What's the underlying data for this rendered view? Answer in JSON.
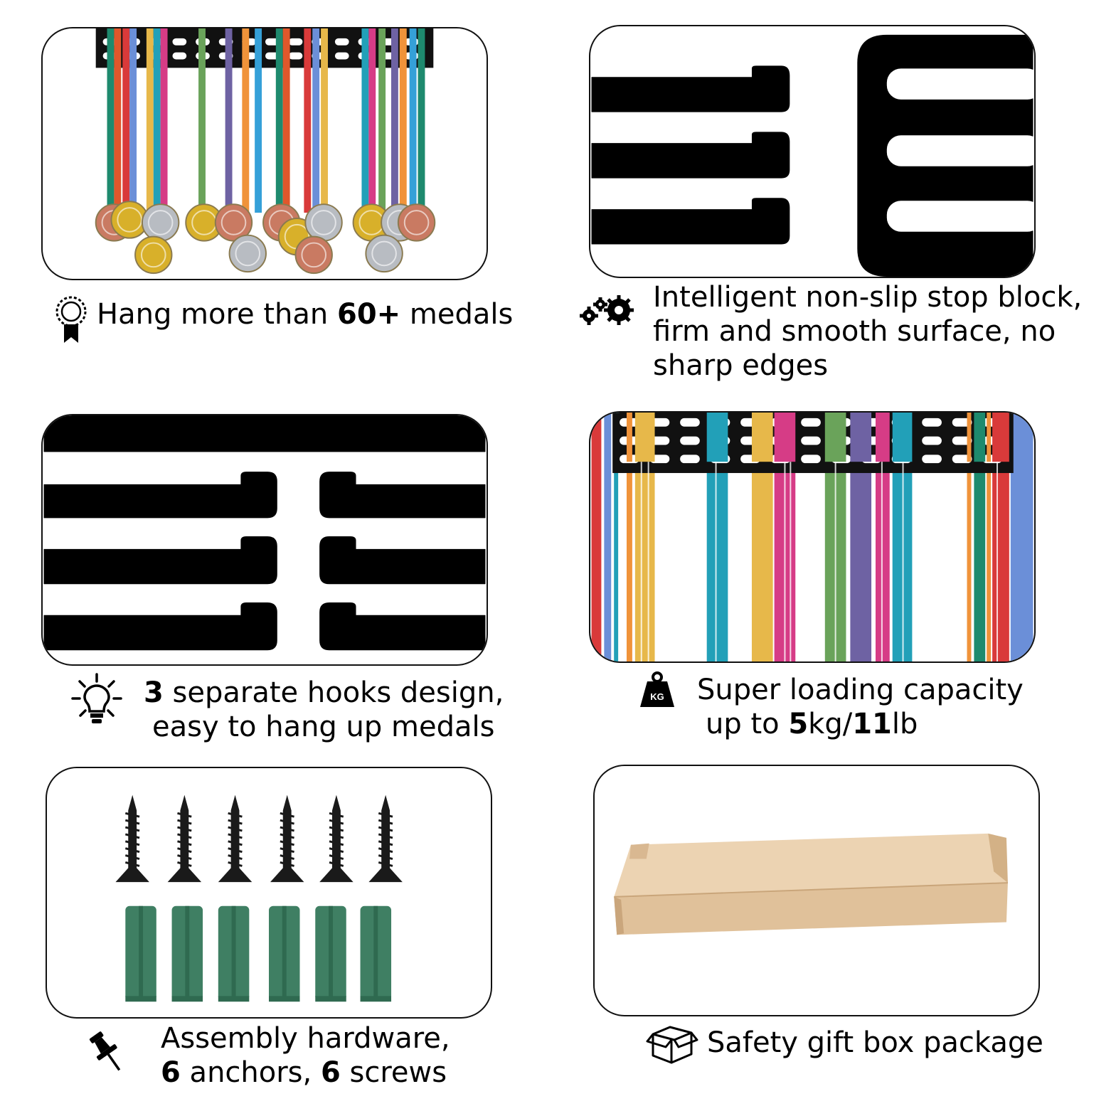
{
  "features": [
    {
      "id": "medals",
      "icon": "medal-rosette-icon",
      "lines": [
        [
          {
            "t": "Hang more than "
          },
          {
            "t": "60+",
            "b": true
          },
          {
            "t": " medals"
          }
        ]
      ]
    },
    {
      "id": "stop-block",
      "icon": "gears-icon",
      "lines": [
        [
          {
            "t": "Intelligent non-slip stop block,"
          }
        ],
        [
          {
            "t": "firm and smooth surface, no"
          }
        ],
        [
          {
            "t": "sharp edges"
          }
        ]
      ]
    },
    {
      "id": "hooks",
      "icon": "lightbulb-icon",
      "lines": [
        [
          {
            "t": "3",
            "b": true
          },
          {
            "t": " separate hooks design,"
          }
        ],
        [
          {
            "t": "easy to hang up medals"
          }
        ]
      ]
    },
    {
      "id": "capacity",
      "icon": "weight-kg-icon",
      "icon_text": "KG",
      "lines": [
        [
          {
            "t": "Super loading capacity"
          }
        ],
        [
          {
            "t": "up to "
          },
          {
            "t": "5",
            "b": true
          },
          {
            "t": "kg/"
          },
          {
            "t": "11",
            "b": true
          },
          {
            "t": "lb"
          }
        ]
      ]
    },
    {
      "id": "hardware",
      "icon": "pushpin-icon",
      "lines": [
        [
          {
            "t": "Assembly hardware,"
          }
        ],
        [
          {
            "t": "6",
            "b": true
          },
          {
            "t": " anchors, "
          },
          {
            "t": "6",
            "b": true
          },
          {
            "t": " screws"
          }
        ]
      ]
    },
    {
      "id": "gift-box",
      "icon": "box-icon",
      "lines": [
        [
          {
            "t": "Safety gift box package"
          }
        ]
      ]
    }
  ],
  "images": {
    "medal_rack_photo": "medal-rack-with-medals",
    "stop_block_closeup": "stop-block-closeup",
    "hooks_closeup": "separate-hooks-closeup",
    "ribbons_closeup": "ribbons-hanging-closeup",
    "hardware_photo": "screws-and-anchors",
    "box_photo": "kraft-gift-box"
  },
  "colors": {
    "ribbon_palette": [
      "#1e8a6e",
      "#e0572b",
      "#d93a3a",
      "#6b8fd8",
      "#e7b84a",
      "#22a0b8",
      "#d63c86",
      "#6aa35a",
      "#6e62a3",
      "#f0933a",
      "#35a0d8"
    ],
    "medal_gold": "#d8b02a",
    "medal_silver": "#b8bcc2",
    "medal_bronze": "#c97a62",
    "anchor_green": "#3f7f63",
    "box_kraft": "#e2c4a0"
  }
}
